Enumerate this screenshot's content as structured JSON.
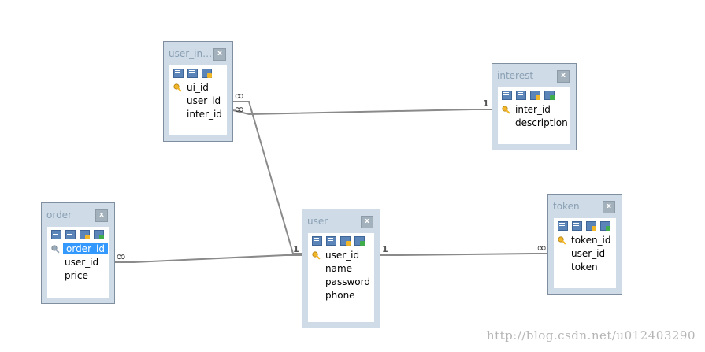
{
  "tables": {
    "user_interest": {
      "title": "user_int...",
      "fields": [
        "ui_id",
        "user_id",
        "inter_id"
      ]
    },
    "interest": {
      "title": "interest",
      "fields": [
        "inter_id",
        "description"
      ]
    },
    "order": {
      "title": "order",
      "fields": [
        "order_id",
        "user_id",
        "price"
      ]
    },
    "user": {
      "title": "user",
      "fields": [
        "user_id",
        "name",
        "password",
        "phone"
      ]
    },
    "token": {
      "title": "token",
      "fields": [
        "token_id",
        "user_id",
        "token"
      ]
    }
  },
  "close_glyph": "x",
  "relations": {
    "one": "1",
    "many": "∞"
  },
  "watermark": "http://blog.csdn.net/u012403290"
}
